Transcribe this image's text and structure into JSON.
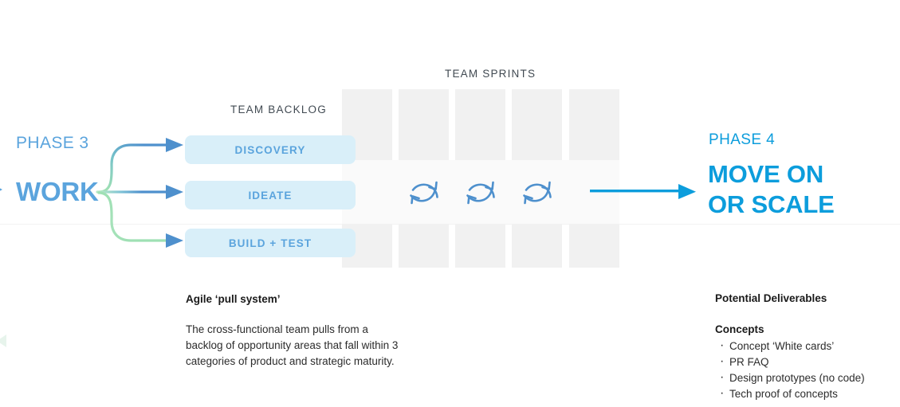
{
  "left_phase": {
    "label": "PHASE 3",
    "title": "WORK"
  },
  "right_phase": {
    "label": "PHASE 4",
    "title_line1": "MOVE ON",
    "title_line2": "OR SCALE"
  },
  "backlog": {
    "label": "TEAM BACKLOG",
    "items": [
      {
        "label": "DISCOVERY"
      },
      {
        "label": "IDEATE"
      },
      {
        "label": "BUILD + TEST"
      }
    ]
  },
  "sprints": {
    "label": "TEAM SPRINTS",
    "columns": [
      {
        "index": 1,
        "has_cycle_icon": false
      },
      {
        "index": 2,
        "has_cycle_icon": true
      },
      {
        "index": 3,
        "has_cycle_icon": true
      },
      {
        "index": 4,
        "has_cycle_icon": true
      },
      {
        "index": 5,
        "has_cycle_icon": false
      }
    ]
  },
  "note_left": {
    "heading": "Agile ‘pull system’",
    "body": "The cross-functional team pulls from a backlog of opportunity areas that fall within 3 categories of product and strategic maturity."
  },
  "note_right": {
    "heading": "Potential Deliverables",
    "sub_heading": "Concepts",
    "items": [
      "Concept ‘White cards’",
      "PR FAQ",
      "Design prototypes (no code)",
      "Tech proof of concepts"
    ]
  },
  "colors": {
    "phase3_blue": "#5ba4dd",
    "phase4_blue": "#0c9ddc",
    "backlog_fill": "#d9eff9",
    "sprint_fill": "#f1f1f1",
    "sprint_band": "#fafafa",
    "brace_green": "#9fe0b4",
    "divider": "#f2f2f3"
  },
  "icons": {
    "cycle": "refresh-cycle-icon",
    "arrow_right": "arrow-right-icon",
    "brace_splitter": "brace-splitter-icon"
  }
}
